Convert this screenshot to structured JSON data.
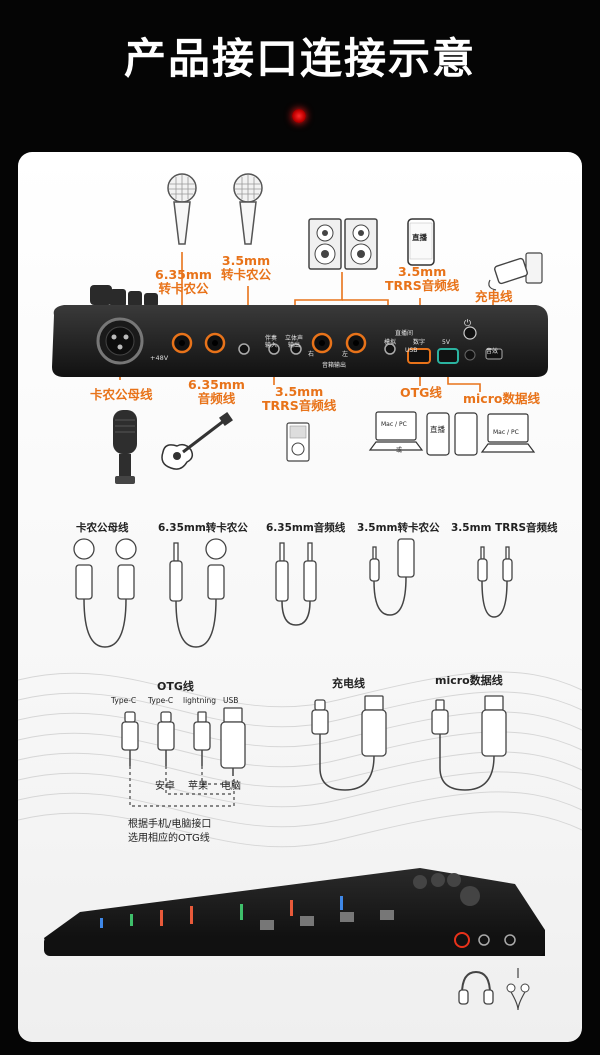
{
  "title": "产品接口连接示意",
  "top_labels": {
    "xlr_635": "6.35mm\n转卡农公",
    "xlr_35": "3.5mm\n转卡农公",
    "trrs_top": "3.5mm\nTRRS音频线",
    "charge": "充电线"
  },
  "bottom_labels": {
    "xlr_female": "卡农公母线",
    "audio_635": "6.35mm\n音频线",
    "trrs_bottom": "3.5mm\nTRRS音频线",
    "otg": "OTG线",
    "micro": "micro数据线"
  },
  "panel_text": {
    "p48v": "+48V",
    "accomp_in": "伴奏\n输入",
    "stereo_out": "立体声\n输出",
    "right": "右",
    "left": "左",
    "monitor_out": "音箱输出",
    "mode": "模拟",
    "live_mode": "直播间",
    "digital": "数字",
    "usb": "USB",
    "five_v": "5V",
    "sound": "音效",
    "power": "⏻"
  },
  "device_labels": {
    "live1": "直播",
    "live2": "直播",
    "mac_pc1": "Mac / PC",
    "mac_pc2": "Mac / PC",
    "phone_tag": "或"
  },
  "cables_row1": {
    "c1": "卡农公母线",
    "c2": "6.35mm转卡农公",
    "c3": "6.35mm音频线",
    "c4": "3.5mm转卡农公",
    "c5": "3.5mm TRRS音频线"
  },
  "otg_block": {
    "title": "OTG线",
    "types": [
      "Type-C",
      "Type-C",
      "lightning",
      "USB"
    ],
    "android": "安卓",
    "apple": "苹果",
    "computer": "电脑",
    "note_line1": "根据手机/电脑接口",
    "note_line2": "选用相应的OTG线"
  },
  "charge_block": {
    "title": "充电线"
  },
  "micro_block": {
    "title": "micro数据线"
  },
  "colors": {
    "accent": "#e8731a",
    "background": "#050505",
    "panel": "#ffffff"
  }
}
